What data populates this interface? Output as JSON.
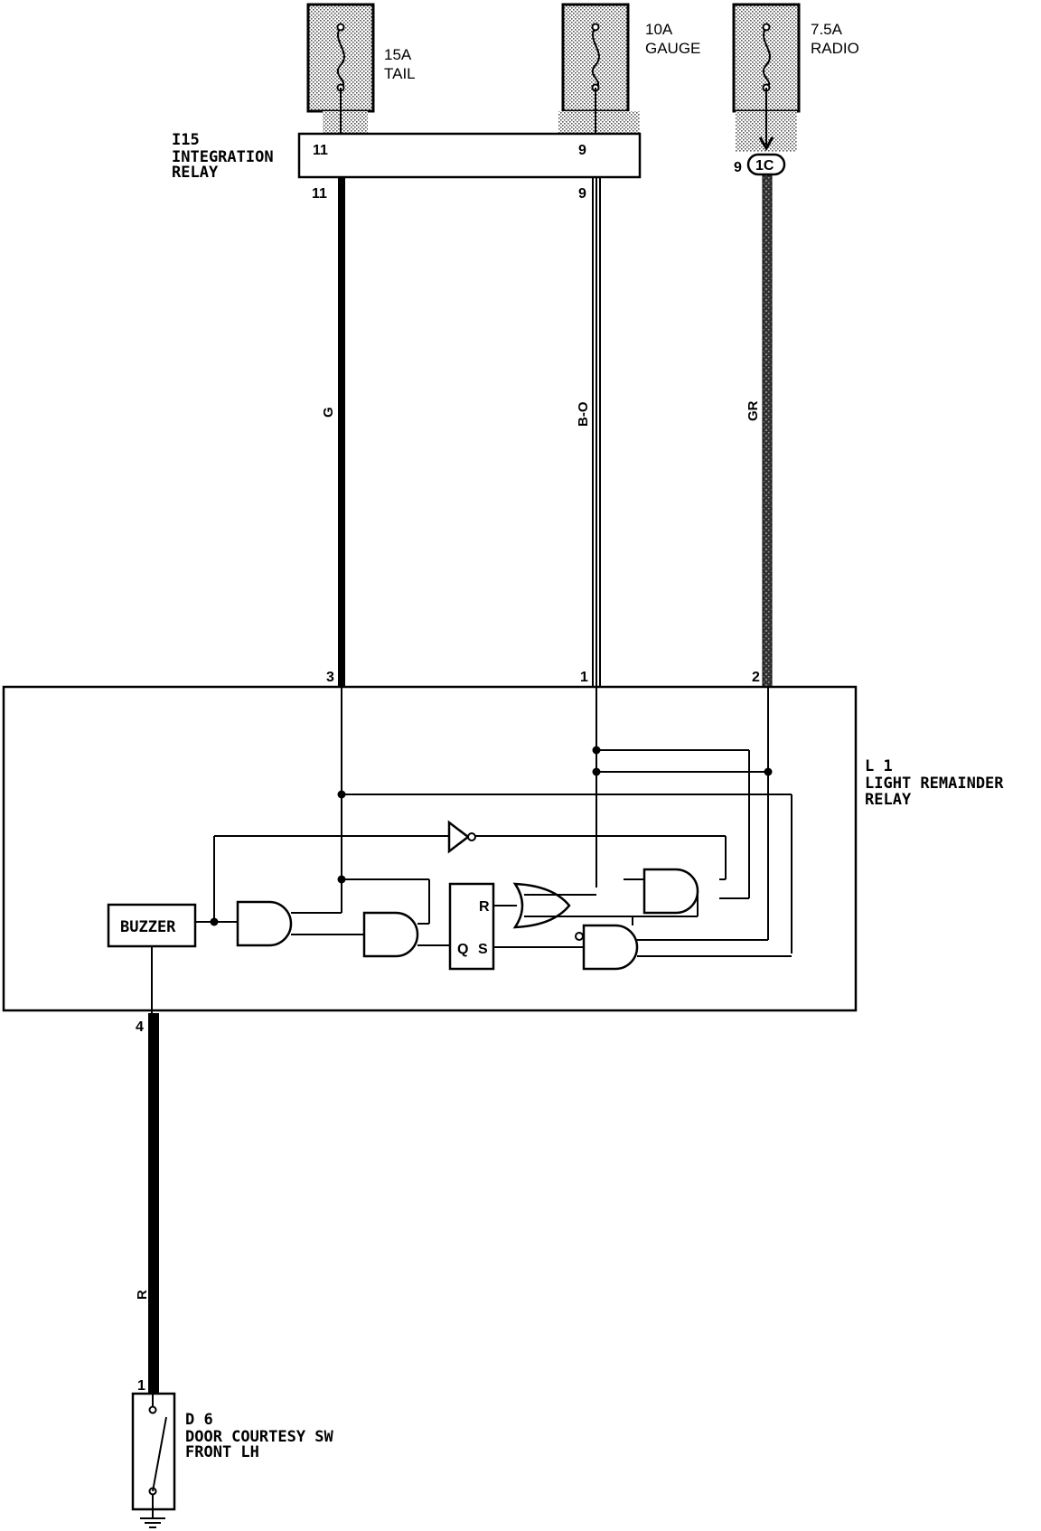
{
  "fuses": [
    {
      "amps": "15A",
      "name": "TAIL"
    },
    {
      "amps": "10A",
      "name": "GAUGE"
    },
    {
      "amps": "7.5A",
      "name": "RADIO"
    }
  ],
  "integration_relay": {
    "code": "I15",
    "line1": "INTEGRATION",
    "line2": "RELAY",
    "pins": [
      "11",
      "9"
    ],
    "out_pins": [
      "11",
      "9"
    ]
  },
  "connector_1c": {
    "pin": "9",
    "label": "1C"
  },
  "wires": [
    {
      "color_code": "G"
    },
    {
      "color_code": "B-O"
    },
    {
      "color_code": "GR"
    },
    {
      "color_code": "R"
    }
  ],
  "light_remainder_relay": {
    "code": "L 1",
    "line1": "LIGHT REMAINDER",
    "line2": "RELAY",
    "pins": [
      "3",
      "1",
      "2",
      "4"
    ],
    "buzzer_label": "BUZZER",
    "flipflop": {
      "r": "R",
      "q": "Q",
      "s": "S"
    }
  },
  "door_switch": {
    "code": "D 6",
    "line1": "DOOR COURTESY SW",
    "line2": "FRONT LH",
    "pin": "1"
  }
}
